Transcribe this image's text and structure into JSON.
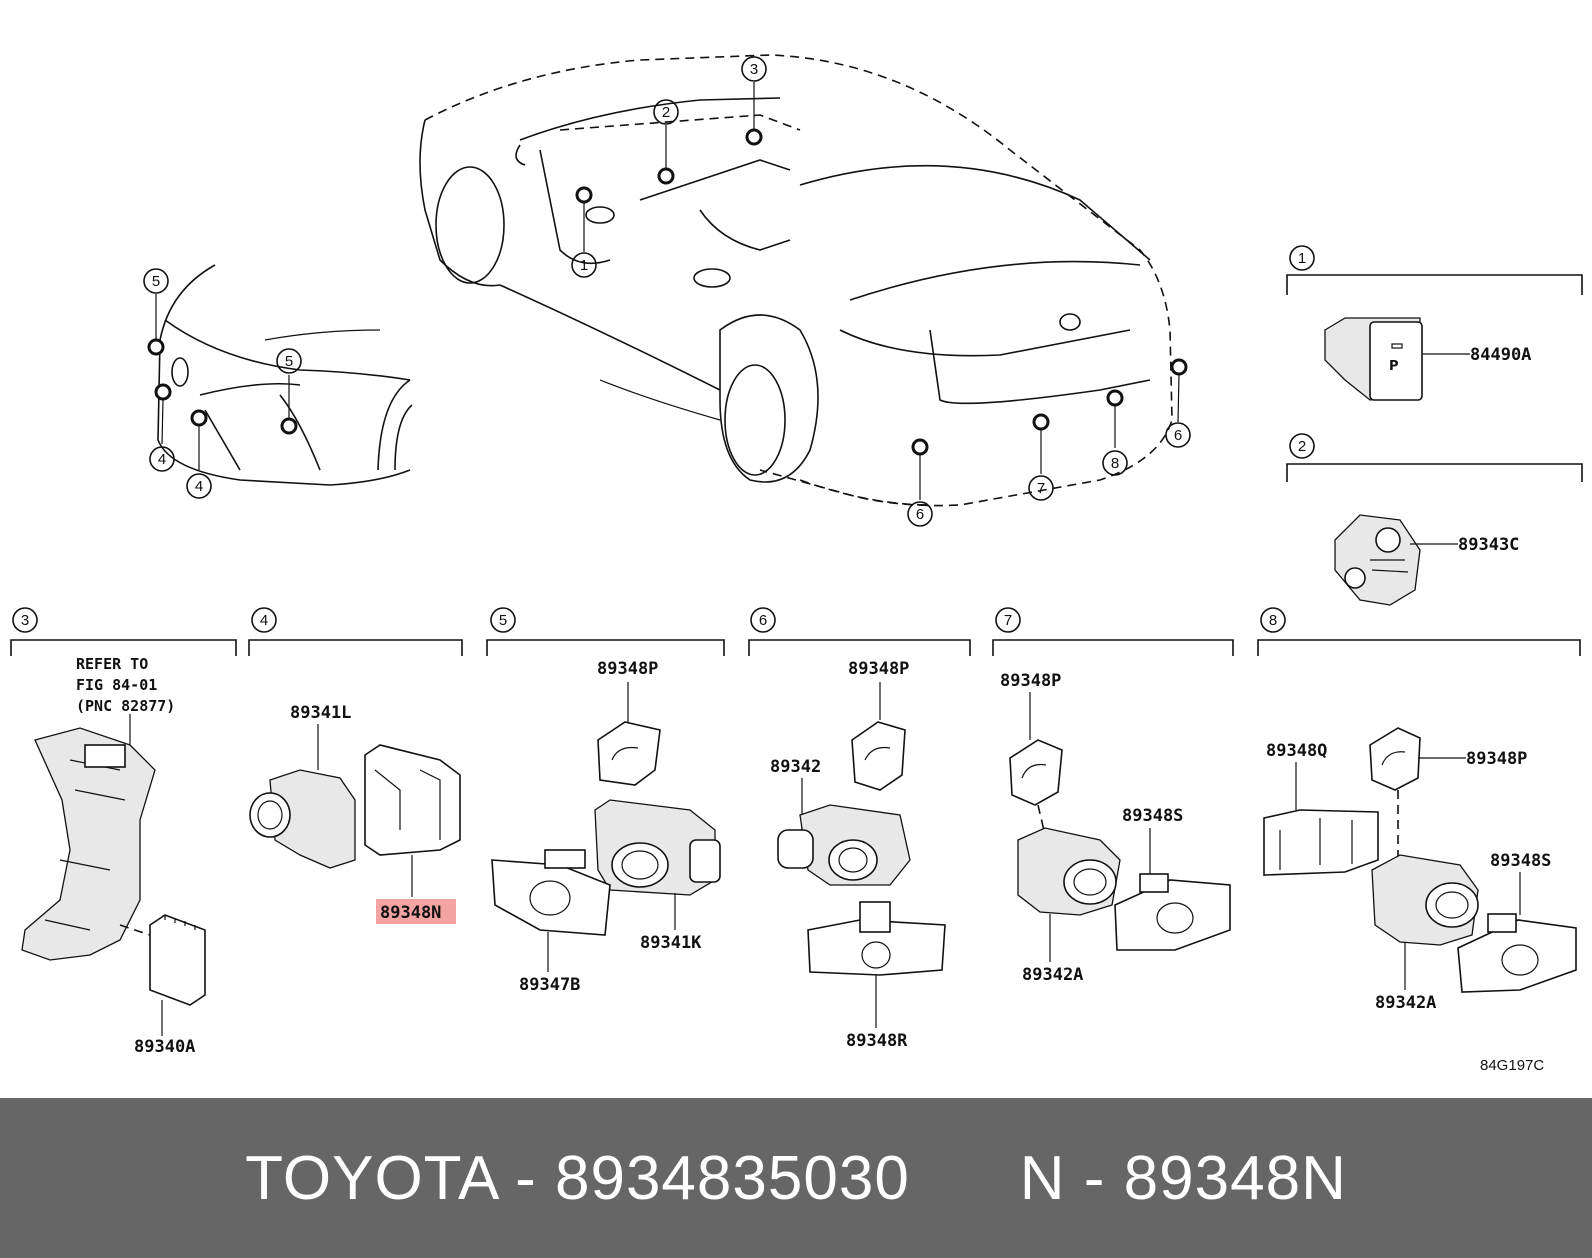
{
  "figure_code": "84G197C",
  "callouts": {
    "c1": "1",
    "c2": "2",
    "c3": "3",
    "c4": "4",
    "c5": "5",
    "c6": "6",
    "c7": "7",
    "c8": "8"
  },
  "refer_note": [
    "REFER TO",
    "FIG 84-01",
    "(PNC 82877)"
  ],
  "parts": {
    "p84490A": "84490A",
    "p89343C": "89343C",
    "p89340A": "89340A",
    "p89341L": "89341L",
    "p89348N": "89348N",
    "p89348P": "89348P",
    "p89347B": "89347B",
    "p89341K": "89341K",
    "p89342": "89342",
    "p89348R": "89348R",
    "p89342A": "89342A",
    "p89348S": "89348S",
    "p89348Q": "89348Q"
  },
  "highlight_color": "#f4a3a3",
  "footer": {
    "left": "TOYOTA - 8934835030",
    "right": "N - 89348N",
    "background": "#666666"
  }
}
